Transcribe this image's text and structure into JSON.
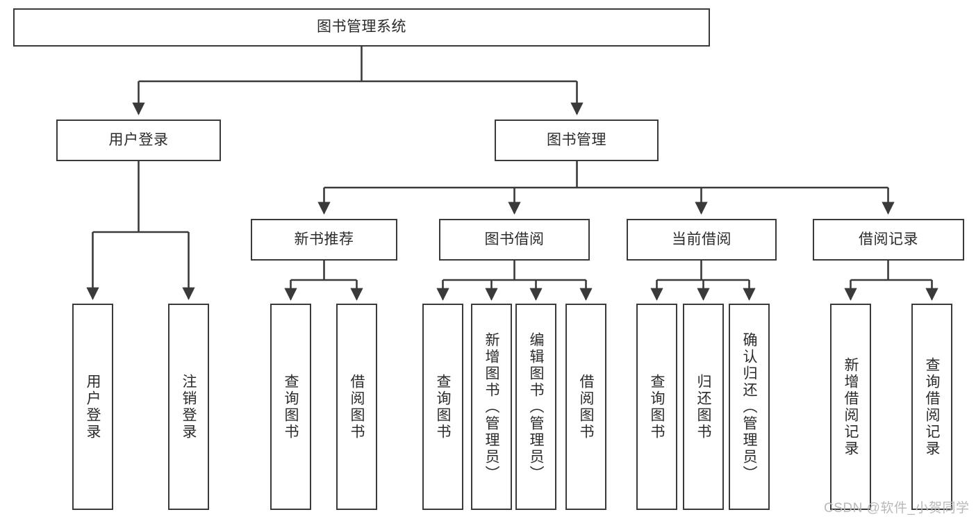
{
  "diagram": {
    "type": "hierarchy-tree",
    "title": "图书管理系统",
    "stroke_color": "#3a3a3a",
    "fill_color": "#ffffff",
    "text_color": "#2b2b2b",
    "levels": 4,
    "root": {
      "label": "图书管理系统",
      "children": [
        {
          "label": "用户登录",
          "children": [
            {
              "label": "用户登录"
            },
            {
              "label": "注销登录"
            }
          ]
        },
        {
          "label": "图书管理",
          "children": [
            {
              "label": "新书推荐",
              "children": [
                {
                  "label": "查询图书"
                },
                {
                  "label": "借阅图书"
                }
              ]
            },
            {
              "label": "图书借阅",
              "children": [
                {
                  "label": "查询图书"
                },
                {
                  "label": "新增图书（管理员）"
                },
                {
                  "label": "编辑图书（管理员）"
                },
                {
                  "label": "借阅图书"
                }
              ]
            },
            {
              "label": "当前借阅",
              "children": [
                {
                  "label": "查询图书"
                },
                {
                  "label": "归还图书"
                },
                {
                  "label": "确认归还（管理员）"
                }
              ]
            },
            {
              "label": "借阅记录",
              "children": [
                {
                  "label": "新增借阅记录"
                },
                {
                  "label": "查询借阅记录"
                }
              ]
            }
          ]
        }
      ]
    },
    "nodes": {
      "root": "图书管理系统",
      "user_login": "用户登录",
      "book_manage": "图书管理",
      "new_book_rec": "新书推荐",
      "book_borrow": "图书借阅",
      "current_borrow": "当前借阅",
      "borrow_record": "借阅记录",
      "leaf_user_login": "用户登录",
      "leaf_logout": "注销登录",
      "leaf_query_book_a": "查询图书",
      "leaf_borrow_book_a": "借阅图书",
      "leaf_query_book_b": "查询图书",
      "leaf_add_book": "新增图书（管理员）",
      "leaf_edit_book": "编辑图书（管理员）",
      "leaf_borrow_book_b": "借阅图书",
      "leaf_query_book_c": "查询图书",
      "leaf_return_book": "归还图书",
      "leaf_confirm_return": "确认归还（管理员）",
      "leaf_add_record": "新增借阅记录",
      "leaf_query_record": "查询借阅记录"
    }
  },
  "watermark": {
    "text": "CSDN @软件_小贺同学"
  }
}
